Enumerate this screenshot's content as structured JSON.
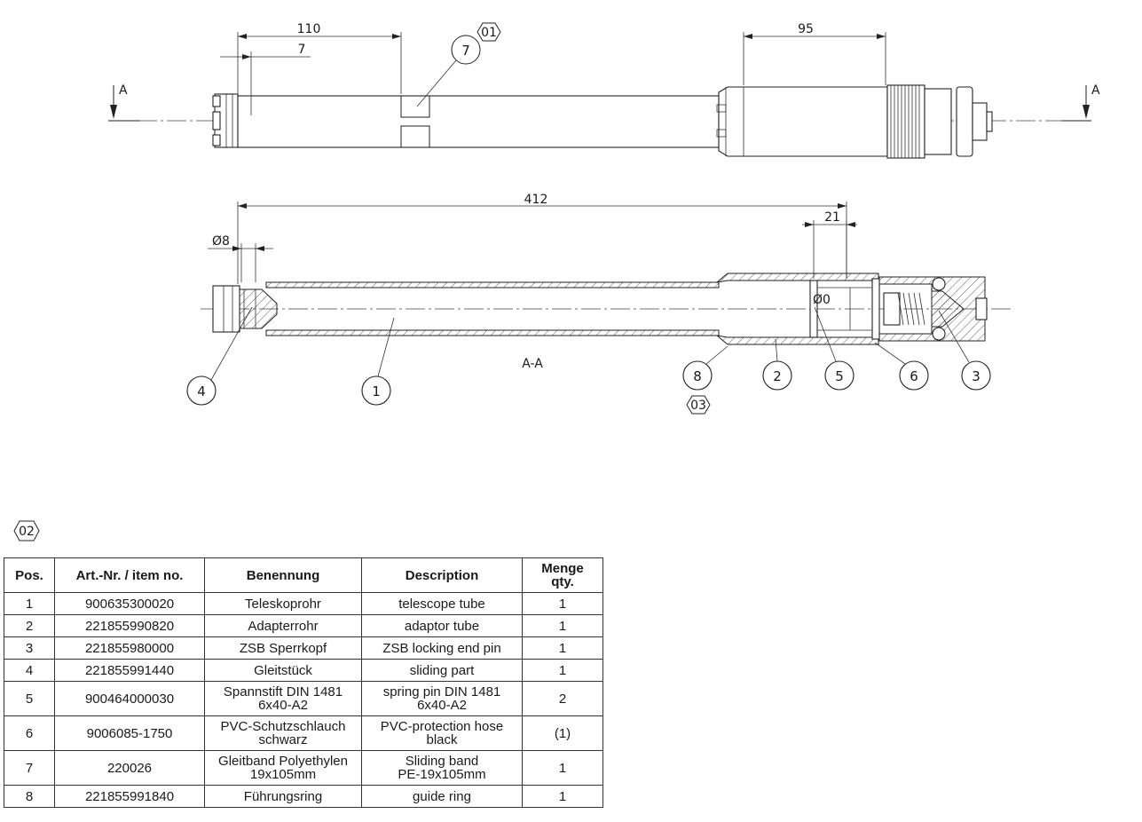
{
  "drawing": {
    "dimensions": {
      "d110": "110",
      "d7": "7",
      "d95": "95",
      "d412": "412",
      "d21": "21",
      "dia8": "Ø8",
      "dia0": "Ø0"
    },
    "section_marks": {
      "left": "A",
      "right": "A"
    },
    "section_label": "A-A",
    "balloons": [
      "1",
      "2",
      "3",
      "4",
      "5",
      "6",
      "7",
      "8"
    ],
    "revision_tags": {
      "tag01": "01",
      "tag03": "03",
      "tag02": "02"
    }
  },
  "bom": {
    "headers": {
      "pos": "Pos.",
      "item_no": "Art.-Nr. / item no.",
      "benennung": "Benennung",
      "description": "Description",
      "qty_line1": "Menge",
      "qty_line2": "qty."
    },
    "rows": [
      {
        "pos": "1",
        "item_no": "900635300020",
        "benennung": "Teleskoprohr",
        "description": "telescope tube",
        "qty": "1"
      },
      {
        "pos": "2",
        "item_no": "221855990820",
        "benennung": "Adapterrohr",
        "description": "adaptor tube",
        "qty": "1"
      },
      {
        "pos": "3",
        "item_no": "221855980000",
        "benennung": "ZSB Sperrkopf",
        "description": "ZSB locking end pin",
        "qty": "1"
      },
      {
        "pos": "4",
        "item_no": "221855991440",
        "benennung": "Gleitstück",
        "description": "sliding part",
        "qty": "1"
      },
      {
        "pos": "5",
        "item_no": "900464000030",
        "benennung_l1": "Spannstift DIN 1481",
        "benennung_l2": "6x40-A2",
        "description_l1": "spring pin DIN 1481",
        "description_l2": "6x40-A2",
        "qty": "2"
      },
      {
        "pos": "6",
        "item_no": "9006085-1750",
        "benennung_l1": "PVC-Schutzschlauch",
        "benennung_l2": "schwarz",
        "description_l1": "PVC-protection hose",
        "description_l2": "black",
        "qty": "(1)"
      },
      {
        "pos": "7",
        "item_no": "220026",
        "benennung_l1": "Gleitband Polyethylen",
        "benennung_l2": "19x105mm",
        "description_l1": "Sliding band",
        "description_l2": "PE-19x105mm",
        "qty": "1"
      },
      {
        "pos": "8",
        "item_no": "221855991840",
        "benennung": "Führungsring",
        "description": "guide ring",
        "qty": "1"
      }
    ]
  }
}
